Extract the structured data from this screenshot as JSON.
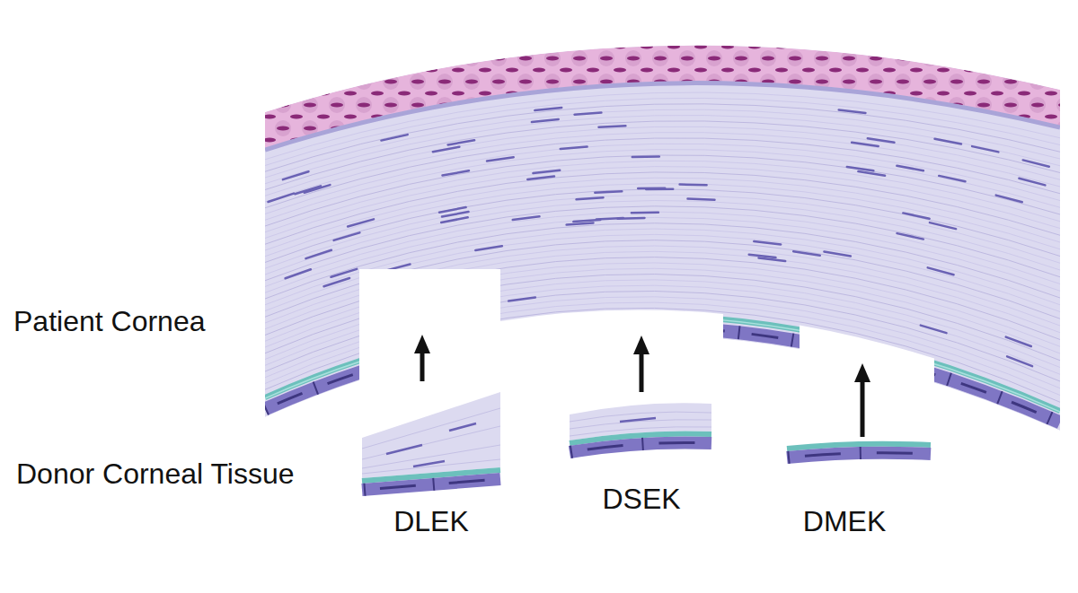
{
  "diagram": {
    "labels": [
      "Patient Cornea",
      "Donor Corneal Tissue",
      "DLEK",
      "DSEK",
      "DMEK"
    ]
  }
}
